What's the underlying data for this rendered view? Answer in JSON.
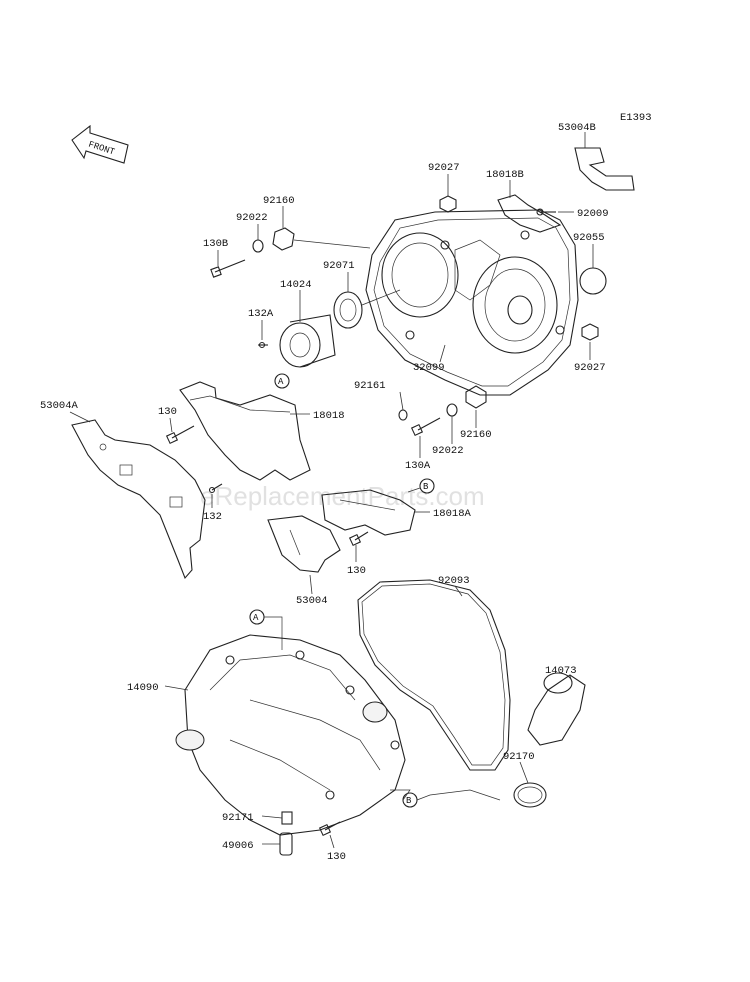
{
  "diagram_code": "E1393",
  "front_label": "FRONT",
  "watermark": "eReplacementParts.com",
  "callouts": {
    "a": "A",
    "b": "B"
  },
  "labels": {
    "p53004B": "53004B",
    "p92027_top": "92027",
    "p18018B": "18018B",
    "p92009": "92009",
    "p92160_top": "92160",
    "p92022_top": "92022",
    "p130B": "130B",
    "p92055": "92055",
    "p92071": "92071",
    "p14024": "14024",
    "p132A": "132A",
    "p32099": "32099",
    "p92027_right": "92027",
    "p92161": "92161",
    "p53004A": "53004A",
    "p130_left": "130",
    "p18018": "18018",
    "p92160_mid": "92160",
    "p92022_mid": "92022",
    "p130A": "130A",
    "p132": "132",
    "p18018A": "18018A",
    "p130_mid": "130",
    "p53004": "53004",
    "p92093": "92093",
    "p14090": "14090",
    "p14073": "14073",
    "p92170": "92170",
    "p92171": "92171",
    "p49006": "49006",
    "p130_bottom": "130"
  }
}
